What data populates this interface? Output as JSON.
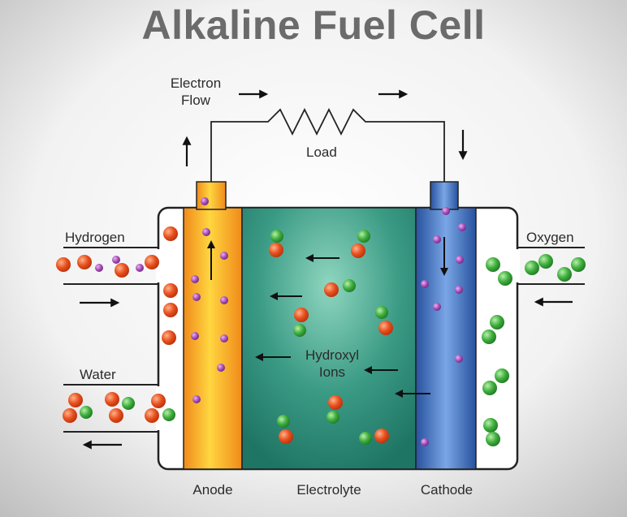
{
  "title": "Alkaline Fuel Cell",
  "labels": {
    "electron_flow_line1": "Electron",
    "electron_flow_line2": "Flow",
    "load": "Load",
    "hydrogen": "Hydrogen",
    "oxygen": "Oxygen",
    "water": "Water",
    "hydroxyl_line1": "Hydroxyl",
    "hydroxyl_line2": "Ions",
    "anode": "Anode",
    "electrolyte": "Electrolyte",
    "cathode": "Cathode"
  },
  "colors": {
    "anode": "#f29a1f",
    "anode_highlight": "#ffe14a",
    "electrolyte": "#2f8f7a",
    "electrolyte_highlight": "#7fd0b8",
    "cathode": "#2f62b8",
    "cathode_highlight": "#7aa6e6",
    "hydrogen_atom": "#e8501e",
    "oxygen_atom": "#3fae3f",
    "electron": "#a349b5",
    "title": "#6b6b6b"
  }
}
